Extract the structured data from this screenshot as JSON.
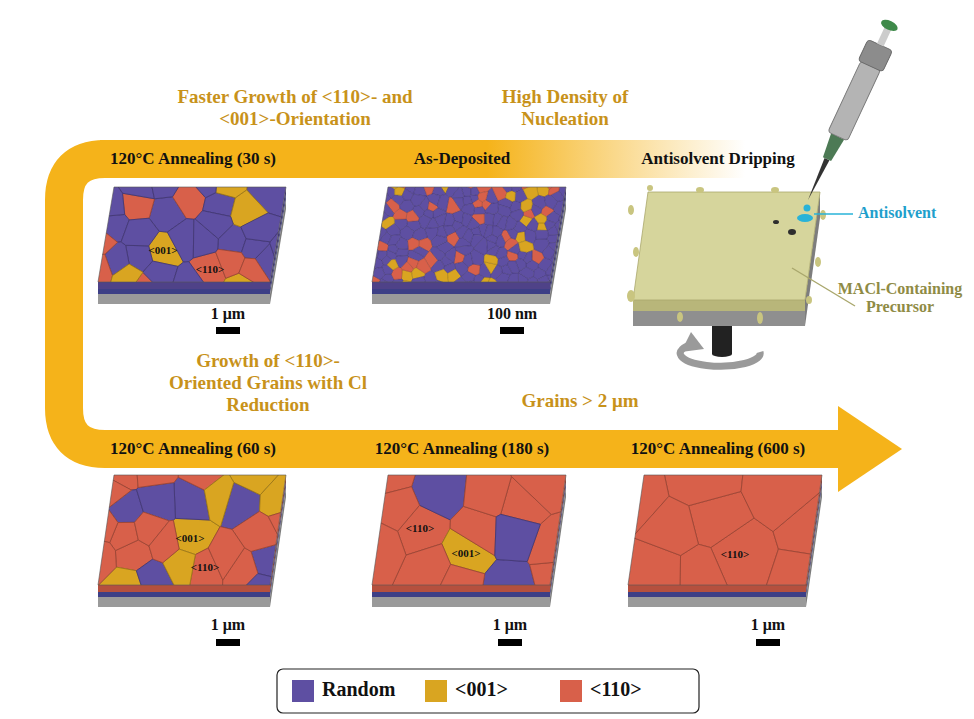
{
  "diagram": {
    "nodes": [
      {
        "text": [
          "120°C Annealing (30 s)"
        ]
      },
      {
        "text": [
          "As-Deposited"
        ]
      },
      {
        "text": [
          "Antisolvent Dripping"
        ]
      },
      {
        "text": [
          "120°C Annealing (60 s)"
        ]
      },
      {
        "text": [
          "120°C Annealing (180 s)"
        ]
      },
      {
        "text": [
          "120°C Annealing (600 s)"
        ]
      }
    ],
    "labels": [
      "Faster Growth of <110>- and <001>-Orientation",
      "High Density of Nucleation",
      "<001>",
      "<110>",
      "Antisolvent",
      "MACl-Containing Precursor",
      "1 μm",
      "100 nm",
      "Growth of <110>-Oriented Grains with Cl Reduction",
      "Grains > 2 μm",
      "<001>",
      "<110>",
      "<110>",
      "<001>",
      "<110>",
      "1 μm",
      "1 μm",
      "1 μm"
    ],
    "legend": [
      {
        "text": "Random",
        "color": "#5e4fa2"
      },
      {
        "text": "<001>",
        "color": "#d9a521"
      },
      {
        "text": "<110>",
        "color": "#d8604a"
      }
    ]
  }
}
